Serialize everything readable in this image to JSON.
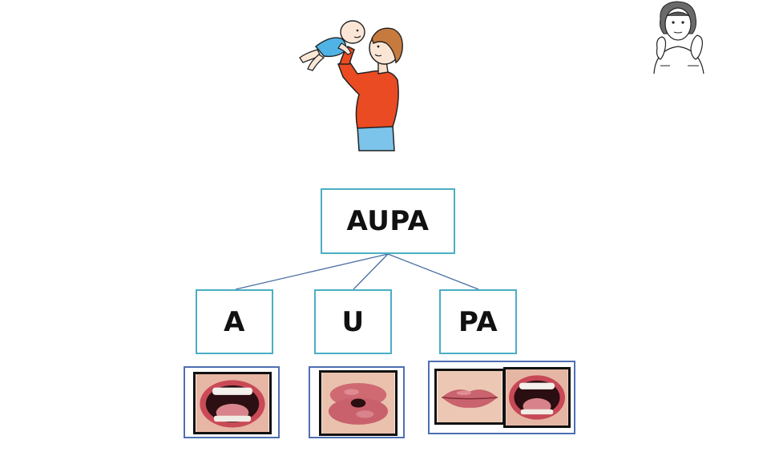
{
  "diagram": {
    "root": {
      "label": "AUPA"
    },
    "syllables": [
      {
        "label": "A",
        "mouth": "open-mouth"
      },
      {
        "label": "U",
        "mouth": "rounded-lips"
      },
      {
        "label": "PA",
        "mouths": [
          "closed-lips",
          "open-mouth"
        ]
      }
    ]
  },
  "colors": {
    "box_border": "#4aaec4",
    "frame_border": "#4f6fb3",
    "connector": "#4a6fa5"
  },
  "illustrations": {
    "main": "adult-lifting-baby",
    "corner": "sign-language-person"
  }
}
